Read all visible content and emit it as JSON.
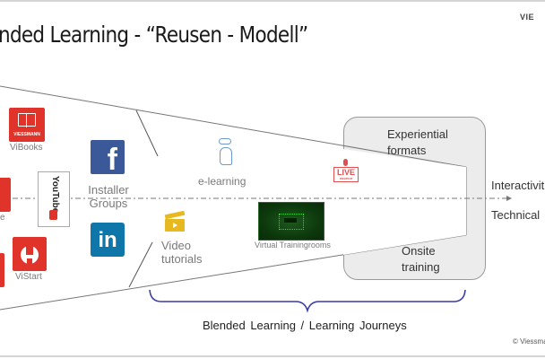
{
  "slide": {
    "title": "nded Learning - “Reusen - Modell”",
    "logo": "VIE",
    "copyright": "© Viessma"
  },
  "left_items": {
    "vibooks": "ViBooks",
    "partial_label": "e",
    "youtube": "YouTube",
    "vistart": "ViStart",
    "vibooks_badge": "VIESSMANN"
  },
  "social": {
    "facebook_glyph": "f",
    "linkedin_glyph": "in",
    "installer_groups_line1": "Installer",
    "installer_groups_line2": "Groups"
  },
  "middle": {
    "elearning": "e-learning",
    "video_line1": "Video",
    "video_line2": "tutorials",
    "virtual": "Virtual Trainingrooms",
    "live_text": "LIVE",
    "live_sub": "WEBINAR"
  },
  "experiential": {
    "top_line1": "Experiential",
    "top_line2": "formats",
    "bottom_line1": "Onsite",
    "bottom_line2": "training"
  },
  "axis": {
    "upper": "Interactivit",
    "lower": "Technical"
  },
  "brace_label": "Blended Learning / Learning Journeys",
  "colors": {
    "red": "#e0342a",
    "facebook": "#3b5998",
    "linkedin": "#0e76a8",
    "brace": "#3a3aa8",
    "box": "#ececec"
  }
}
